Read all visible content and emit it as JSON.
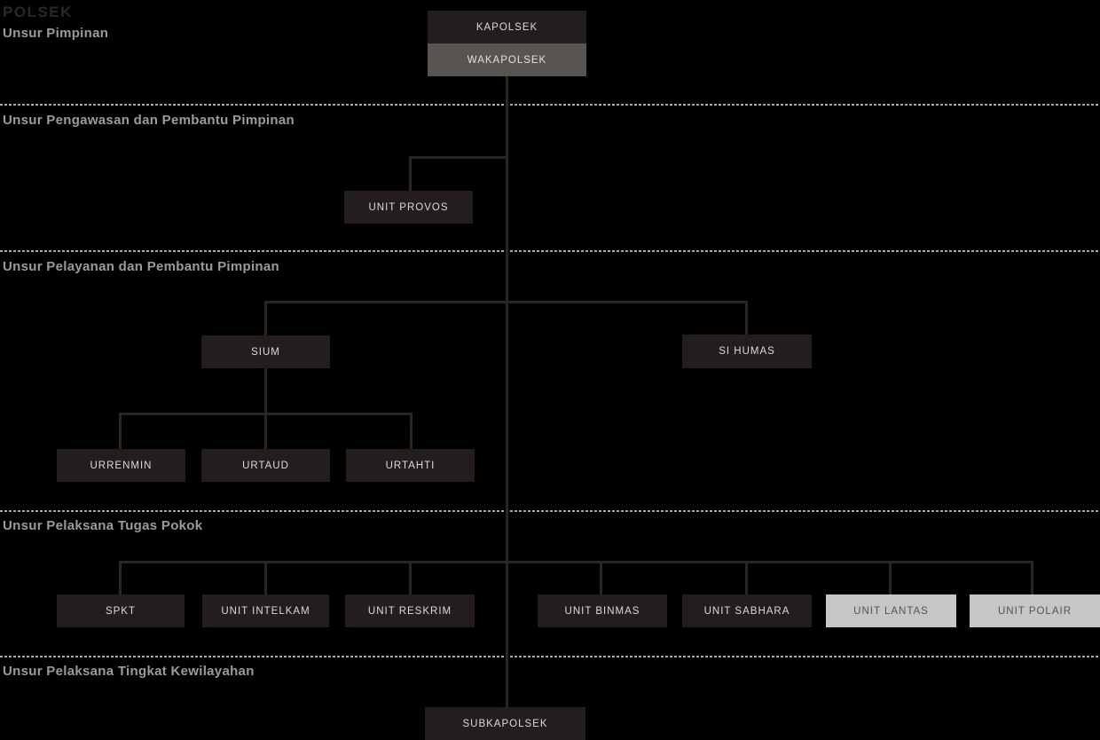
{
  "title": "POLSEK",
  "sections": [
    {
      "label": "Unsur Pimpinan"
    },
    {
      "label": "Unsur Pengawasan dan Pembantu Pimpinan"
    },
    {
      "label": "Unsur Pelayanan dan Pembantu Pimpinan"
    },
    {
      "label": "Unsur Pelaksana Tugas Pokok"
    },
    {
      "label": "Unsur Pelaksana Tingkat Kewilayahan"
    }
  ],
  "nodes": {
    "kapolsek": {
      "label": "KAPOLSEK",
      "section": "Unsur Pimpinan",
      "reports_to": null
    },
    "wakapolsek": {
      "label": "WAKAPOLSEK",
      "section": "Unsur Pimpinan",
      "reports_to": "KAPOLSEK"
    },
    "unit_provos": {
      "label": "UNIT PROVOS",
      "section": "Unsur Pengawasan dan Pembantu Pimpinan",
      "reports_to": "WAKAPOLSEK"
    },
    "sium": {
      "label": "SIUM",
      "section": "Unsur Pelayanan dan Pembantu Pimpinan",
      "reports_to": "WAKAPOLSEK"
    },
    "si_humas": {
      "label": "SI HUMAS",
      "section": "Unsur Pelayanan dan Pembantu Pimpinan",
      "reports_to": "WAKAPOLSEK"
    },
    "urrenmin": {
      "label": "URRENMIN",
      "section": "Unsur Pelayanan dan Pembantu Pimpinan",
      "reports_to": "SIUM"
    },
    "urtaud": {
      "label": "URTAUD",
      "section": "Unsur Pelayanan dan Pembantu Pimpinan",
      "reports_to": "SIUM"
    },
    "urtahti": {
      "label": "URTAHTI",
      "section": "Unsur Pelayanan dan Pembantu Pimpinan",
      "reports_to": "SIUM"
    },
    "spkt": {
      "label": "SPKT",
      "section": "Unsur Pelaksana Tugas Pokok",
      "reports_to": "WAKAPOLSEK"
    },
    "unit_intelkam": {
      "label": "UNIT INTELKAM",
      "section": "Unsur Pelaksana Tugas Pokok",
      "reports_to": "WAKAPOLSEK"
    },
    "unit_reskrim": {
      "label": "UNIT RESKRIM",
      "section": "Unsur Pelaksana Tugas Pokok",
      "reports_to": "WAKAPOLSEK"
    },
    "unit_binmas": {
      "label": "UNIT BINMAS",
      "section": "Unsur Pelaksana Tugas Pokok",
      "reports_to": "WAKAPOLSEK"
    },
    "unit_sabhara": {
      "label": "UNIT SABHARA",
      "section": "Unsur Pelaksana Tugas Pokok",
      "reports_to": "WAKAPOLSEK"
    },
    "unit_lantas": {
      "label": "UNIT LANTAS",
      "section": "Unsur Pelaksana Tugas Pokok",
      "reports_to": "WAKAPOLSEK"
    },
    "unit_polair": {
      "label": "UNIT POLAIR",
      "section": "Unsur Pelaksana Tugas Pokok",
      "reports_to": "WAKAPOLSEK"
    },
    "subkapolsek": {
      "label": "SUBKAPOLSEK",
      "section": "Unsur Pelaksana Tingkat Kewilayahan",
      "reports_to": "WAKAPOLSEK"
    }
  },
  "colors": {
    "background": "#000000",
    "node_dark": "#231e1d",
    "node_gray": "#585450",
    "node_light": "#c7c6c5",
    "node_text_light": "#dcdad8",
    "node_text_dark": "#565452",
    "connector_line": "#2b2523",
    "divider_dashed": "#a9a9a9",
    "section_label": "#9b9b9b",
    "title_text": "#2b272a"
  }
}
